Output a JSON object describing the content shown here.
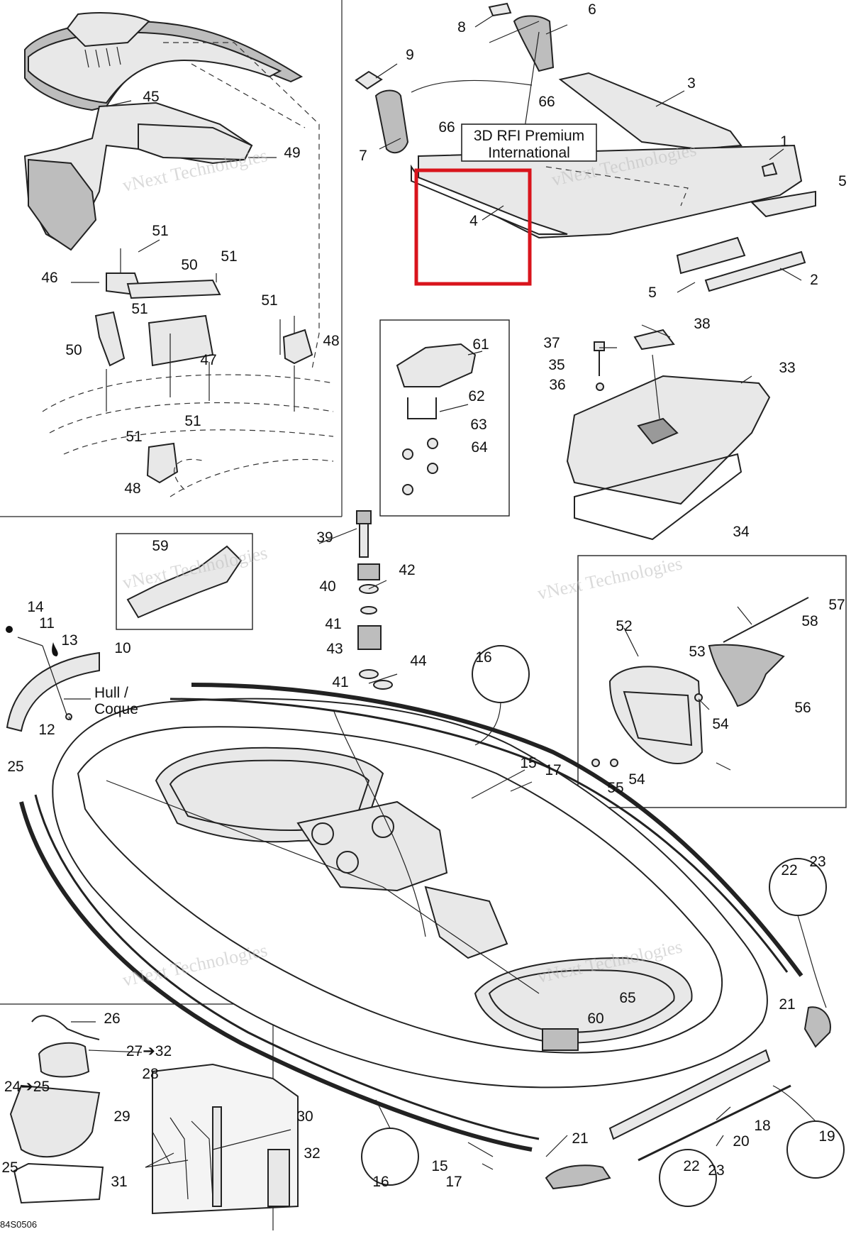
{
  "callouts": [
    {
      "id": "c8",
      "text": "8"
    },
    {
      "id": "c6",
      "text": "6"
    },
    {
      "id": "c9",
      "text": "9"
    },
    {
      "id": "c66a",
      "text": "66"
    },
    {
      "id": "c3",
      "text": "3"
    },
    {
      "id": "c66b",
      "text": "66"
    },
    {
      "id": "c7",
      "text": "7"
    },
    {
      "id": "c1",
      "text": "1"
    },
    {
      "id": "c5a",
      "text": "5"
    },
    {
      "id": "c4",
      "text": "4"
    },
    {
      "id": "c2",
      "text": "2"
    },
    {
      "id": "c5b",
      "text": "5"
    },
    {
      "id": "c45",
      "text": "45"
    },
    {
      "id": "c49",
      "text": "49"
    },
    {
      "id": "c51a",
      "text": "51"
    },
    {
      "id": "c46",
      "text": "46"
    },
    {
      "id": "c50a",
      "text": "50"
    },
    {
      "id": "c51b",
      "text": "51"
    },
    {
      "id": "c51c",
      "text": "51"
    },
    {
      "id": "c51d",
      "text": "51"
    },
    {
      "id": "c48a",
      "text": "48"
    },
    {
      "id": "c50b",
      "text": "50"
    },
    {
      "id": "c47",
      "text": "47"
    },
    {
      "id": "c51e",
      "text": "51"
    },
    {
      "id": "c51f",
      "text": "51"
    },
    {
      "id": "c48b",
      "text": "48"
    },
    {
      "id": "c61",
      "text": "61"
    },
    {
      "id": "c62",
      "text": "62"
    },
    {
      "id": "c63",
      "text": "63"
    },
    {
      "id": "c64",
      "text": "64"
    },
    {
      "id": "c37",
      "text": "37"
    },
    {
      "id": "c38",
      "text": "38"
    },
    {
      "id": "c35",
      "text": "35"
    },
    {
      "id": "c33",
      "text": "33"
    },
    {
      "id": "c36",
      "text": "36"
    },
    {
      "id": "c34",
      "text": "34"
    },
    {
      "id": "c39",
      "text": "39"
    },
    {
      "id": "c59",
      "text": "59"
    },
    {
      "id": "c42",
      "text": "42"
    },
    {
      "id": "c40",
      "text": "40"
    },
    {
      "id": "c41a",
      "text": "41"
    },
    {
      "id": "c43",
      "text": "43"
    },
    {
      "id": "c44",
      "text": "44"
    },
    {
      "id": "c41b",
      "text": "41"
    },
    {
      "id": "c14",
      "text": "14"
    },
    {
      "id": "c11",
      "text": "11"
    },
    {
      "id": "c13",
      "text": "13"
    },
    {
      "id": "c10",
      "text": "10"
    },
    {
      "id": "c12",
      "text": "12"
    },
    {
      "id": "c16a",
      "text": "16"
    },
    {
      "id": "c57",
      "text": "57"
    },
    {
      "id": "c58",
      "text": "58"
    },
    {
      "id": "c52",
      "text": "52"
    },
    {
      "id": "c53",
      "text": "53"
    },
    {
      "id": "c54a",
      "text": "54"
    },
    {
      "id": "c56",
      "text": "56"
    },
    {
      "id": "c55",
      "text": "55"
    },
    {
      "id": "c54b",
      "text": "54"
    },
    {
      "id": "c15a",
      "text": "15"
    },
    {
      "id": "c17a",
      "text": "17"
    },
    {
      "id": "c25a",
      "text": "25"
    },
    {
      "id": "c22a",
      "text": "22"
    },
    {
      "id": "c23a",
      "text": "23"
    },
    {
      "id": "c21a",
      "text": "21"
    },
    {
      "id": "c65",
      "text": "65"
    },
    {
      "id": "c60",
      "text": "60"
    },
    {
      "id": "c26",
      "text": "26"
    },
    {
      "id": "c27",
      "text": "27➔32"
    },
    {
      "id": "c28",
      "text": "28"
    },
    {
      "id": "c24",
      "text": "24➔25"
    },
    {
      "id": "c29",
      "text": "29"
    },
    {
      "id": "c30",
      "text": "30"
    },
    {
      "id": "c32",
      "text": "32"
    },
    {
      "id": "c31",
      "text": "31"
    },
    {
      "id": "c25b",
      "text": "25"
    },
    {
      "id": "c18",
      "text": "18"
    },
    {
      "id": "c20",
      "text": "20"
    },
    {
      "id": "c19",
      "text": "19"
    },
    {
      "id": "c21b",
      "text": "21"
    },
    {
      "id": "c15b",
      "text": "15"
    },
    {
      "id": "c17b",
      "text": "17"
    },
    {
      "id": "c16b",
      "text": "16"
    },
    {
      "id": "c22b",
      "text": "22"
    },
    {
      "id": "c23b",
      "text": "23"
    }
  ],
  "labels": {
    "model_line1": "3D RFI Premium",
    "model_line2": "International",
    "hull_line1": "Hull /",
    "hull_line2": "Coque",
    "drawing_code": "84S0506"
  },
  "watermark": {
    "line1": "vNext Technologies",
    "line2": "Technologies"
  },
  "highlight": {
    "part": "4",
    "color": "#d9141c"
  }
}
